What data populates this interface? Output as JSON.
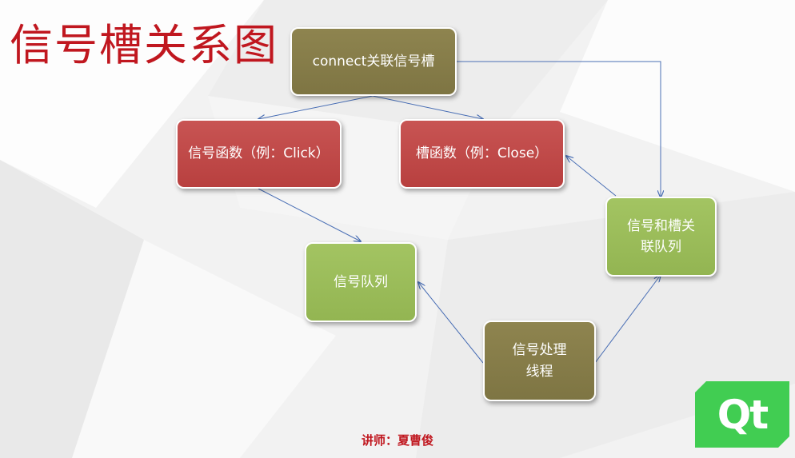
{
  "slide": {
    "title": "信号槽关系图",
    "footer": "讲师：夏曹俊"
  },
  "nodes": {
    "connect": "connect关联信号槽",
    "signal_func": "信号函数（例：Click）",
    "slot_func": "槽函数（例：Close）",
    "signal_queue": "信号队列",
    "assoc_queue_line1": "信号和槽关",
    "assoc_queue_line2": "联队列",
    "thread_line1": "信号处理",
    "thread_line2": "线程"
  },
  "logo": {
    "text": "Qt"
  },
  "colors": {
    "title_red": "#c0171f",
    "olive": "#867c49",
    "red": "#c04a49",
    "green": "#9bbd5a",
    "arrow": "#4a6fb5",
    "qt_green": "#41cd52"
  }
}
